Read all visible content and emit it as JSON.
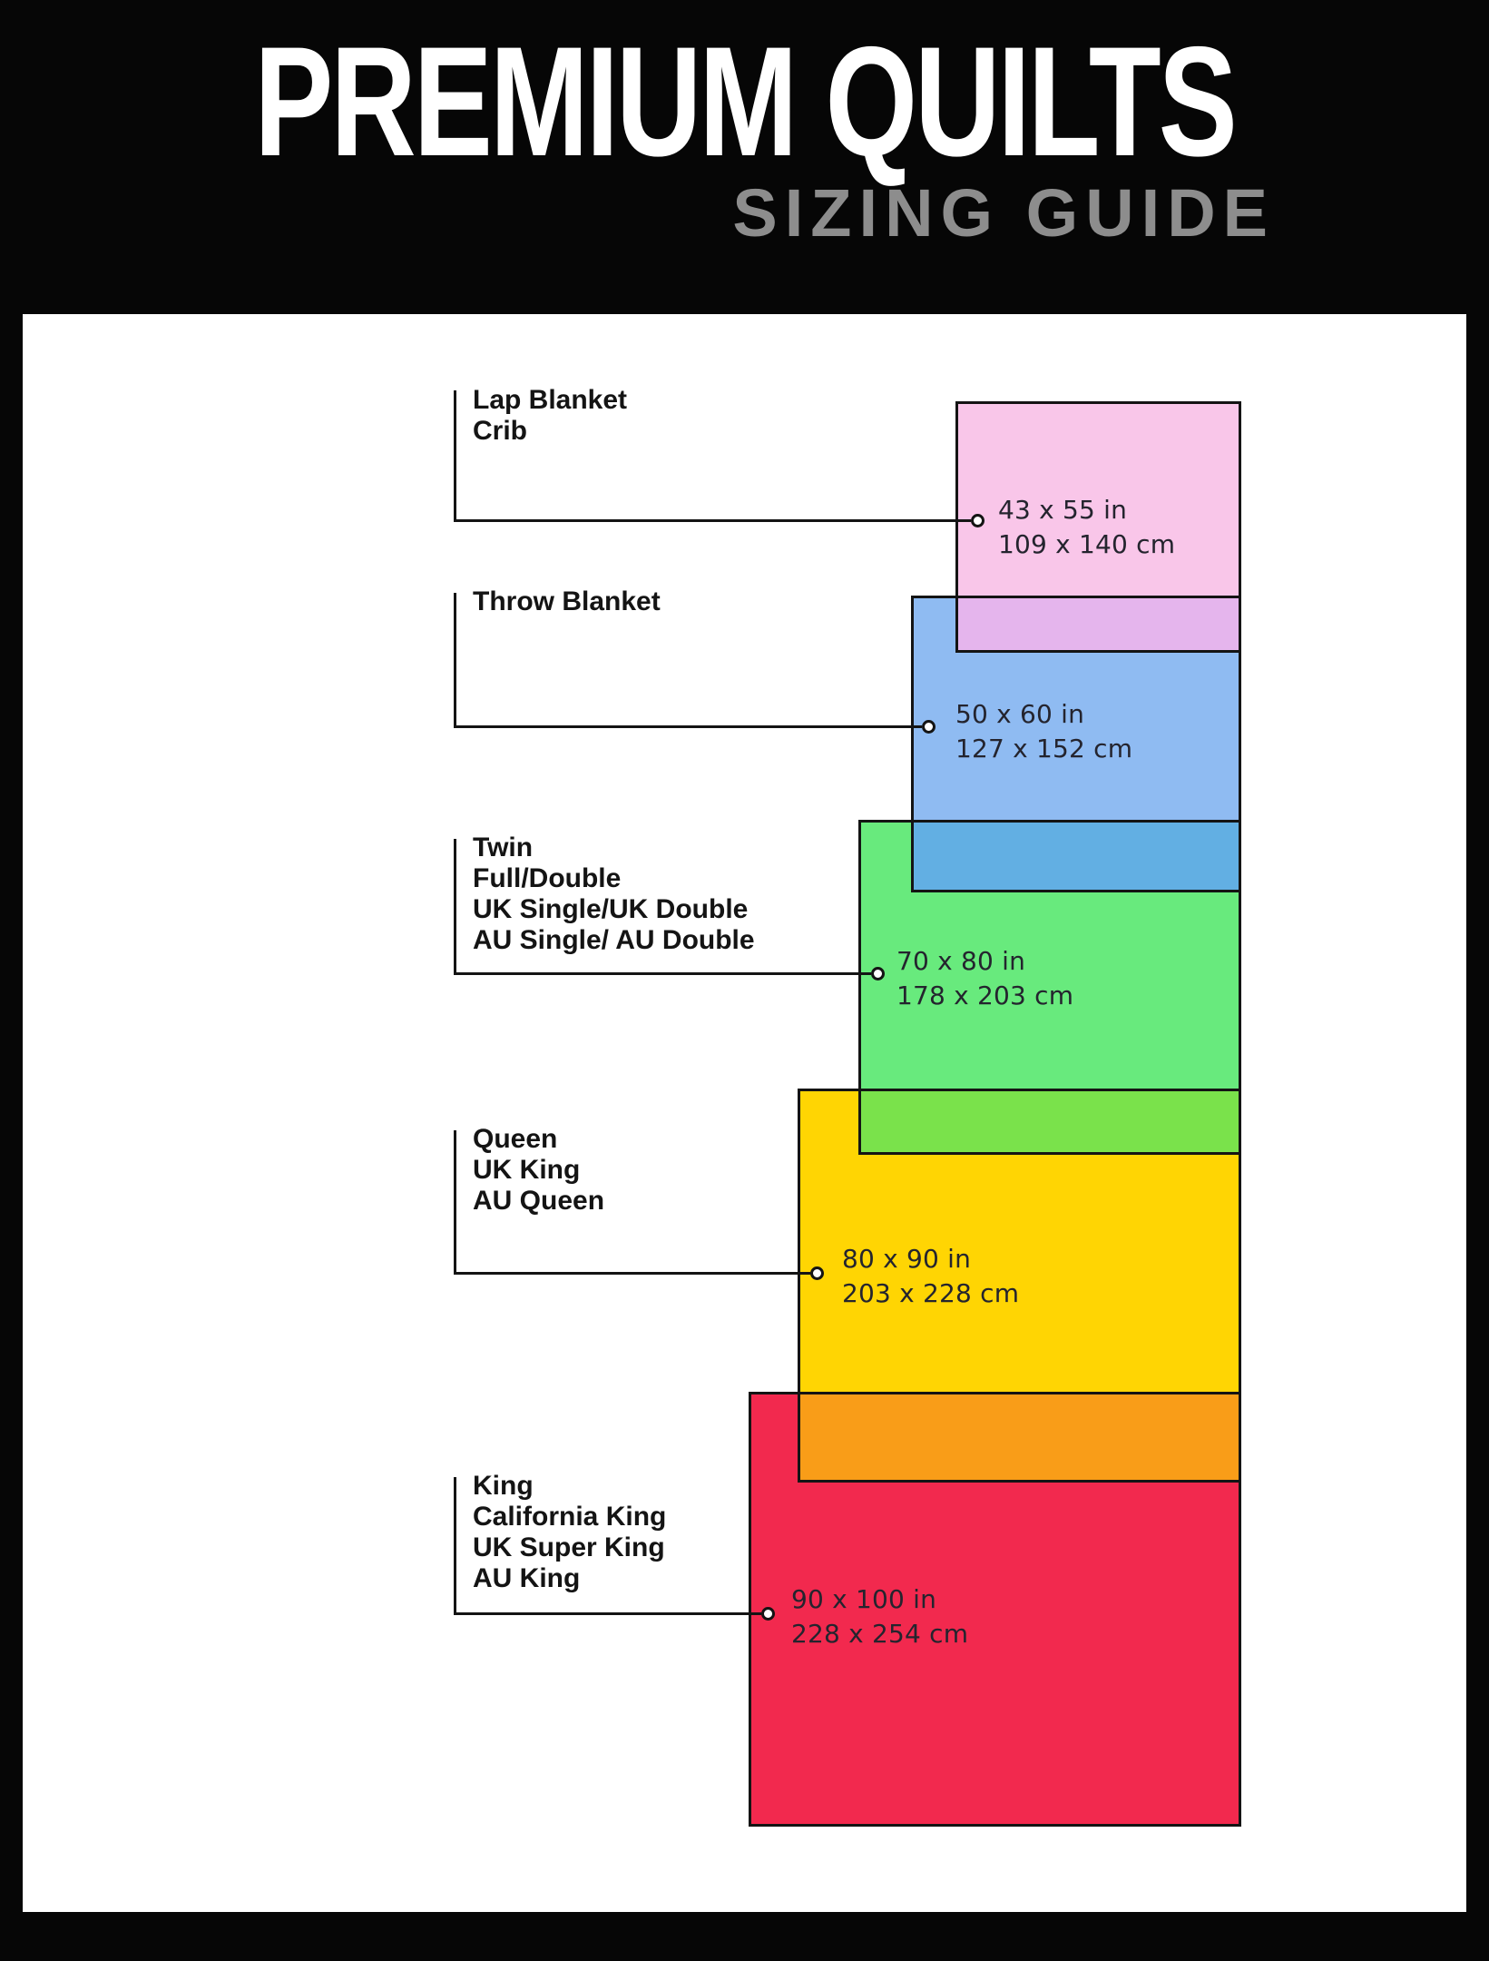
{
  "header": {
    "title": "PREMIUM QUILTS",
    "subtitle": "SIZING GUIDE"
  },
  "sizes": [
    {
      "label": "Lap Blanket\nCrib",
      "inches": "43 x 55 in",
      "cm": "109 x 140 cm",
      "color": "#f9c6e9"
    },
    {
      "label": "Throw Blanket",
      "inches": "50 x 60 in",
      "cm": "127 x 152 cm",
      "color": "#8fbbf2"
    },
    {
      "label": "Twin\nFull/Double\nUK Single/UK Double\nAU Single/ AU Double",
      "inches": "70 x 80 in",
      "cm": "178 x 203 cm",
      "color": "#68ea7d"
    },
    {
      "label": "Queen\nUK King\nAU Queen",
      "inches": "80 x 90 in",
      "cm": "203 x 228 cm",
      "color": "#ffd503"
    },
    {
      "label": "King\nCalifornia King\nUK Super King\nAU King",
      "inches": "90 x 100 in",
      "cm": "228 x 254 cm",
      "color": "#f2294e"
    }
  ],
  "overlaps": [
    {
      "between": "lap-blanket-over-throw",
      "color": "#e5b5ed"
    },
    {
      "between": "throw-over-twin",
      "color": "#62afe3"
    },
    {
      "between": "twin-over-queen",
      "color": "#7ae24b"
    },
    {
      "between": "queen-over-king",
      "color": "#f99d18"
    }
  ],
  "colors": {
    "background": "#060606",
    "panel": "#ffffff",
    "title_text": "#ffffff",
    "subtitle_text": "#8d8d8d",
    "line": "#141414"
  }
}
